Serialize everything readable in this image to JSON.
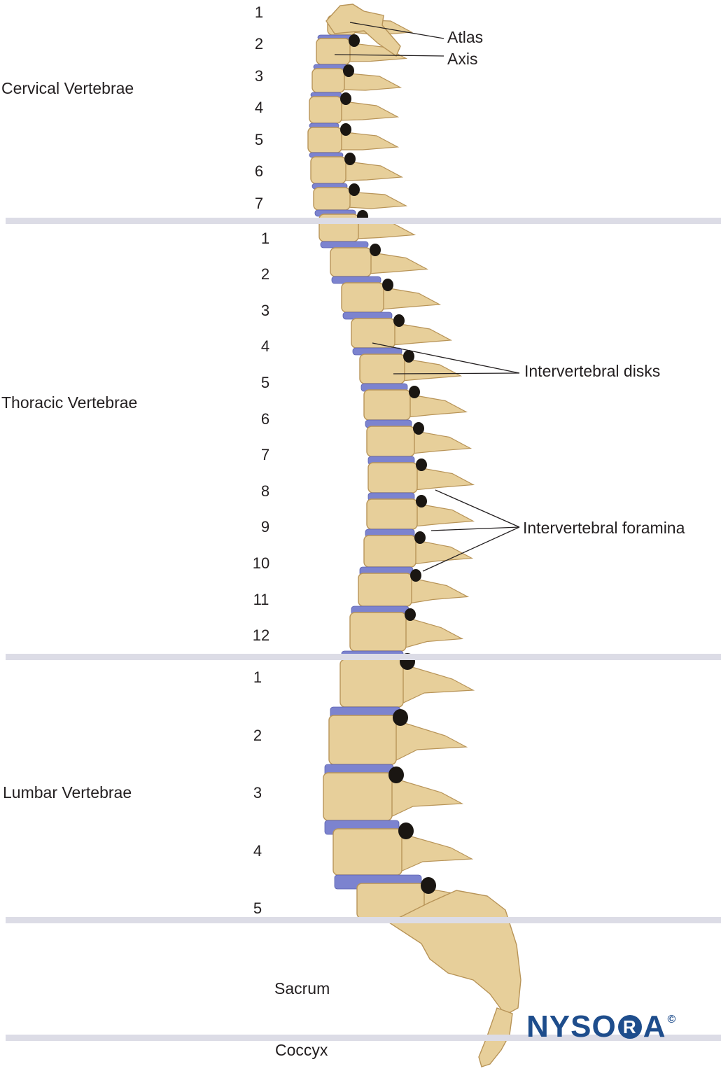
{
  "regions": {
    "cervical": "Cervical Vertebrae",
    "thoracic": "Thoracic Vertebrae",
    "lumbar": "Lumbar Vertebrae",
    "sacrum": "Sacrum",
    "coccyx": "Coccyx"
  },
  "cervical_numbers": [
    "1",
    "2",
    "3",
    "4",
    "5",
    "6",
    "7"
  ],
  "thoracic_numbers": [
    "1",
    "2",
    "3",
    "4",
    "5",
    "6",
    "7",
    "8",
    "9",
    "10",
    "11",
    "12"
  ],
  "lumbar_numbers": [
    "1",
    "2",
    "3",
    "4",
    "5"
  ],
  "callouts": {
    "atlas": "Atlas",
    "axis": "Axis",
    "disks": "Intervertebral disks",
    "foramina": "Intervertebral foramina"
  },
  "logo": {
    "text_start": "NYSO",
    "ring_letter": "R",
    "text_end": "A",
    "mark": "©"
  },
  "colors": {
    "bone": "#e7cf9a",
    "bone_shadow": "#b89458",
    "disk": "#7c83cf",
    "foramen": "#1a1612",
    "divider": "#dcdce6",
    "logo": "#1e4d8c"
  }
}
